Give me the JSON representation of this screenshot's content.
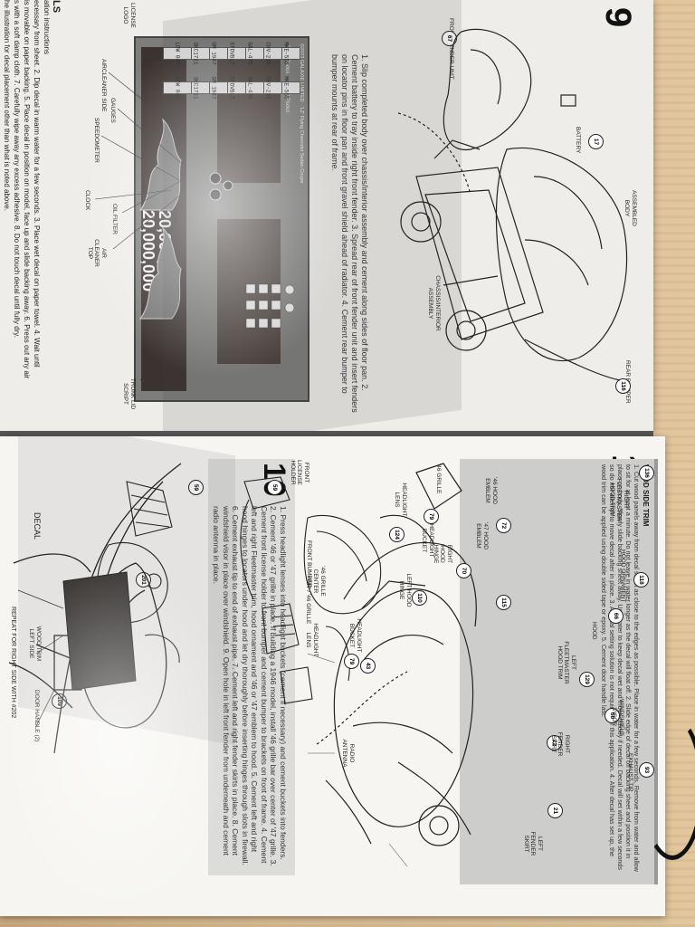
{
  "page_top": {
    "step_number": "9",
    "instruction": "1. Slip completed body over chassis/interior assembly and cement along sides of floor pan. 2. Cement battery to tray inside right front fender. 3. Spread rear of front fender unit and insert fenders on locator pins in floor pan and front gravel shield ahead of radiator. 4. Cement rear bumper to bumper mounts at rear of frame.",
    "labels": {
      "front_fender_unit": "FRONT FENDER UNIT",
      "battery": "BATTERY",
      "assembled_body": "ASSEMBLED BODY",
      "chassis_interior": "CHASSIS/INTERIOR ASSEMBLY",
      "rear_bumper": "REAR BUMPER"
    },
    "callouts": [
      "67",
      "17",
      "116"
    ],
    "decals_header": "LS",
    "decal_instructions_1": "ation instructions",
    "decal_instructions_2": "ecessary from sheet. 2. Dip decal in warm water for a few seconds. 3. Place wet decal on paper towel. 4. Wait until",
    "decal_instructions_3": "is movable on paper backing. 5. Place decal in position on model, face up and slide backing away. 6. Press out any air",
    "decal_instructions_4": "s with a soft damp cloth. 7. Carefully wipe away any excess adhesive. 8. Do not touch decal until fully dry.",
    "decal_instructions_5": "he illustration for decal placement other than what is noted above.",
    "decal_labels": {
      "rear_plates": "Rear Plates",
      "front_plates": "Front Plates",
      "aircleaner_side": "AIRCLEANER SIDE",
      "gauges": "GAUGES",
      "speedometer": "SPEEDOMETER",
      "clock": "CLOCK",
      "oil_filter": "OIL FILTER",
      "air_cleaner_top": "AIR CLEANER TOP",
      "trunk_lid_script": "TRUNK LID SCRIPT",
      "license_logo": "LICENSE LOGO",
      "sheet_banner": "©2023 GALAXIE LIMITED · 'LZ' Flying Chevrolet Sedan Coupe",
      "big_number": "20,000,000"
    },
    "plates_rear": [
      "MKE-555",
      "CHV-216",
      "GAL-476",
      "STOVBLT",
      "GM 1947",
      "3KC1711",
      "LOW 047"
    ],
    "plates_front": [
      "MKE-555",
      "CHV-216",
      "GAL-476",
      "STOVBLT",
      "GM 1947",
      "3KC1711",
      "LOW 047"
    ]
  },
  "page_bottom": {
    "step_number": "10",
    "instruction": "1. Press headlight lenses into headlight buckets (cement if necessary) and cement buckets into fenders. 2. Cement '46 or '47 grille in place. If building a 1946 model, install '46 grille bar over center of '47 grille. 3. Cement front license holder to front bumper and cement bumper to brackets on front of frame. 4. Cement left and right Fleetmaster trim, hood ornament and '46 or '47 emblem to hood. 5. Cement left and right hood hinges to locators under hood and let dry thoroughly before inserting hinges through slots in firewall. 6. Cement exhaust tip to end of exhaust pipe. 7. Cement left and right fender skirts in place. 8. Cement windshield visor in place over windshield. 9. Open hole in left front fender from underneath and cement radio antenna in place.",
    "labels": {
      "right_fleetmaster": "RIGHT FLEETMASTER HOOD TRIM",
      "hood_ornament": "HOOD ORNAMENT",
      "hood": "HOOD",
      "left_fleetmaster": "LEFT FLEETMASTER HOOD TRIM",
      "windshield_visor": "WINDSHIELD VISOR",
      "exhaust_tip": "EXHAUST TIP",
      "right_fender_skirt": "RIGHT FENDER SKIRT",
      "left_fender_skirt": "LEFT FENDER SKIRT",
      "radio_antenna": "RADIO ANTENNA",
      "emblem": "'46 HOOD EMBLEM",
      "emblem47": "'47 HOOD EMBLEM",
      "right_hood_hinge": "RIGHT HOOD HINGE",
      "left_hood_hinge": "LEFT HOOD HINGE",
      "headlight_bucket": "HEADLIGHT BUCKET",
      "headlight_lens": "HEADLIGHT LENS",
      "headlight_lens_2": "HEADLIGHT LENS",
      "headlight_bucket_2": "HEADLIGHT BUCKET",
      "grille_46": "'46 GRILLE",
      "grille_47": "'47 / '46 GRILLE",
      "grille_center": "'46 GRILLE CENTER BAR",
      "front_license": "FRONT LICENSE HOLDER",
      "front_bumper": "FRONT BUMPER",
      "decal": "DECAL",
      "wood_trim": "WOOD TRIM LEFT SIDE",
      "repeat": "REPEAT FOR RIGHT SIDE WITH #202",
      "door_handle": "DOOR HANDLE (2)"
    },
    "callouts": [
      "136",
      "118",
      "66",
      "68",
      "129",
      "115",
      "93",
      "22",
      "21",
      "59",
      "79",
      "124",
      "72",
      "70",
      "110",
      "43",
      "79",
      "201",
      "109",
      "59"
    ],
    "wood_side_trim_title": "WOOD SIDE TRIM",
    "wood_side_trim_text": "1. Cut wood panels away from decal sheet as close to the edges as possible. Place in water for a few seconds. Remove from water and allow to sit for at least a minute. Do not leave in water longer as the decal will float off. 2. Slide edge of decal off backing sheet and position it in place on body. Slowly slide backing sheet away. Use water to keep decal wet and move quickly if needed. Decal will set within a few seconds so do not attempt to move decal after in place. 3. A decal setting solution is not required for this application. 4. After decal has set up, the wood trim can be applied using double sided tape or epoxy. 5. Cement door handle last."
  },
  "colors": {
    "paper": "#f3f2ee",
    "ink": "#222222",
    "table_wood": "#d8b98e",
    "decal_sheet_gray": "#7d7d7b"
  }
}
